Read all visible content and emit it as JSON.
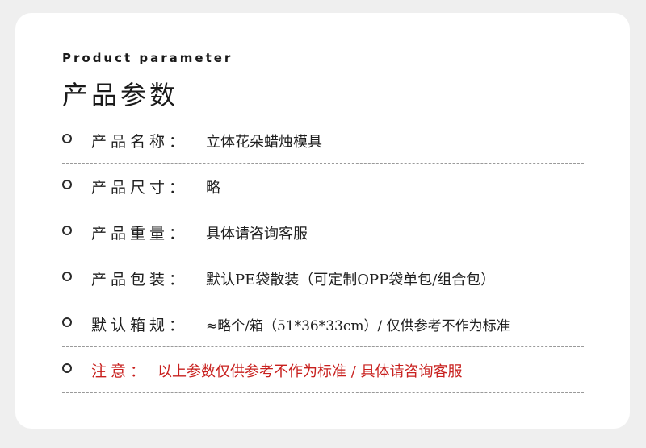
{
  "header": {
    "subtitle": "Product parameter",
    "title": "产品参数"
  },
  "params": [
    {
      "label": "产品名称：",
      "value": "立体花朵蜡烛模具"
    },
    {
      "label": "产品尺寸：",
      "value": "略"
    },
    {
      "label": "产品重量：",
      "value": "具体请咨询客服"
    },
    {
      "label": "产品包装：",
      "value": "默认PE袋散装（可定制OPP袋单包/组合包）"
    },
    {
      "label": "默认箱规：",
      "value": "≈略个/箱（51*36*33cm）/ 仅供参考不作为标准"
    }
  ],
  "note": {
    "label": "注意：",
    "value": "以上参数仅供参考不作为标准 / 具体请咨询客服"
  },
  "colors": {
    "note_red": "#c8201e",
    "text": "#1f1f1f",
    "card": "#ffffff",
    "background": "#efefef"
  },
  "icons": {
    "bullet": "circle-bullet-icon"
  }
}
